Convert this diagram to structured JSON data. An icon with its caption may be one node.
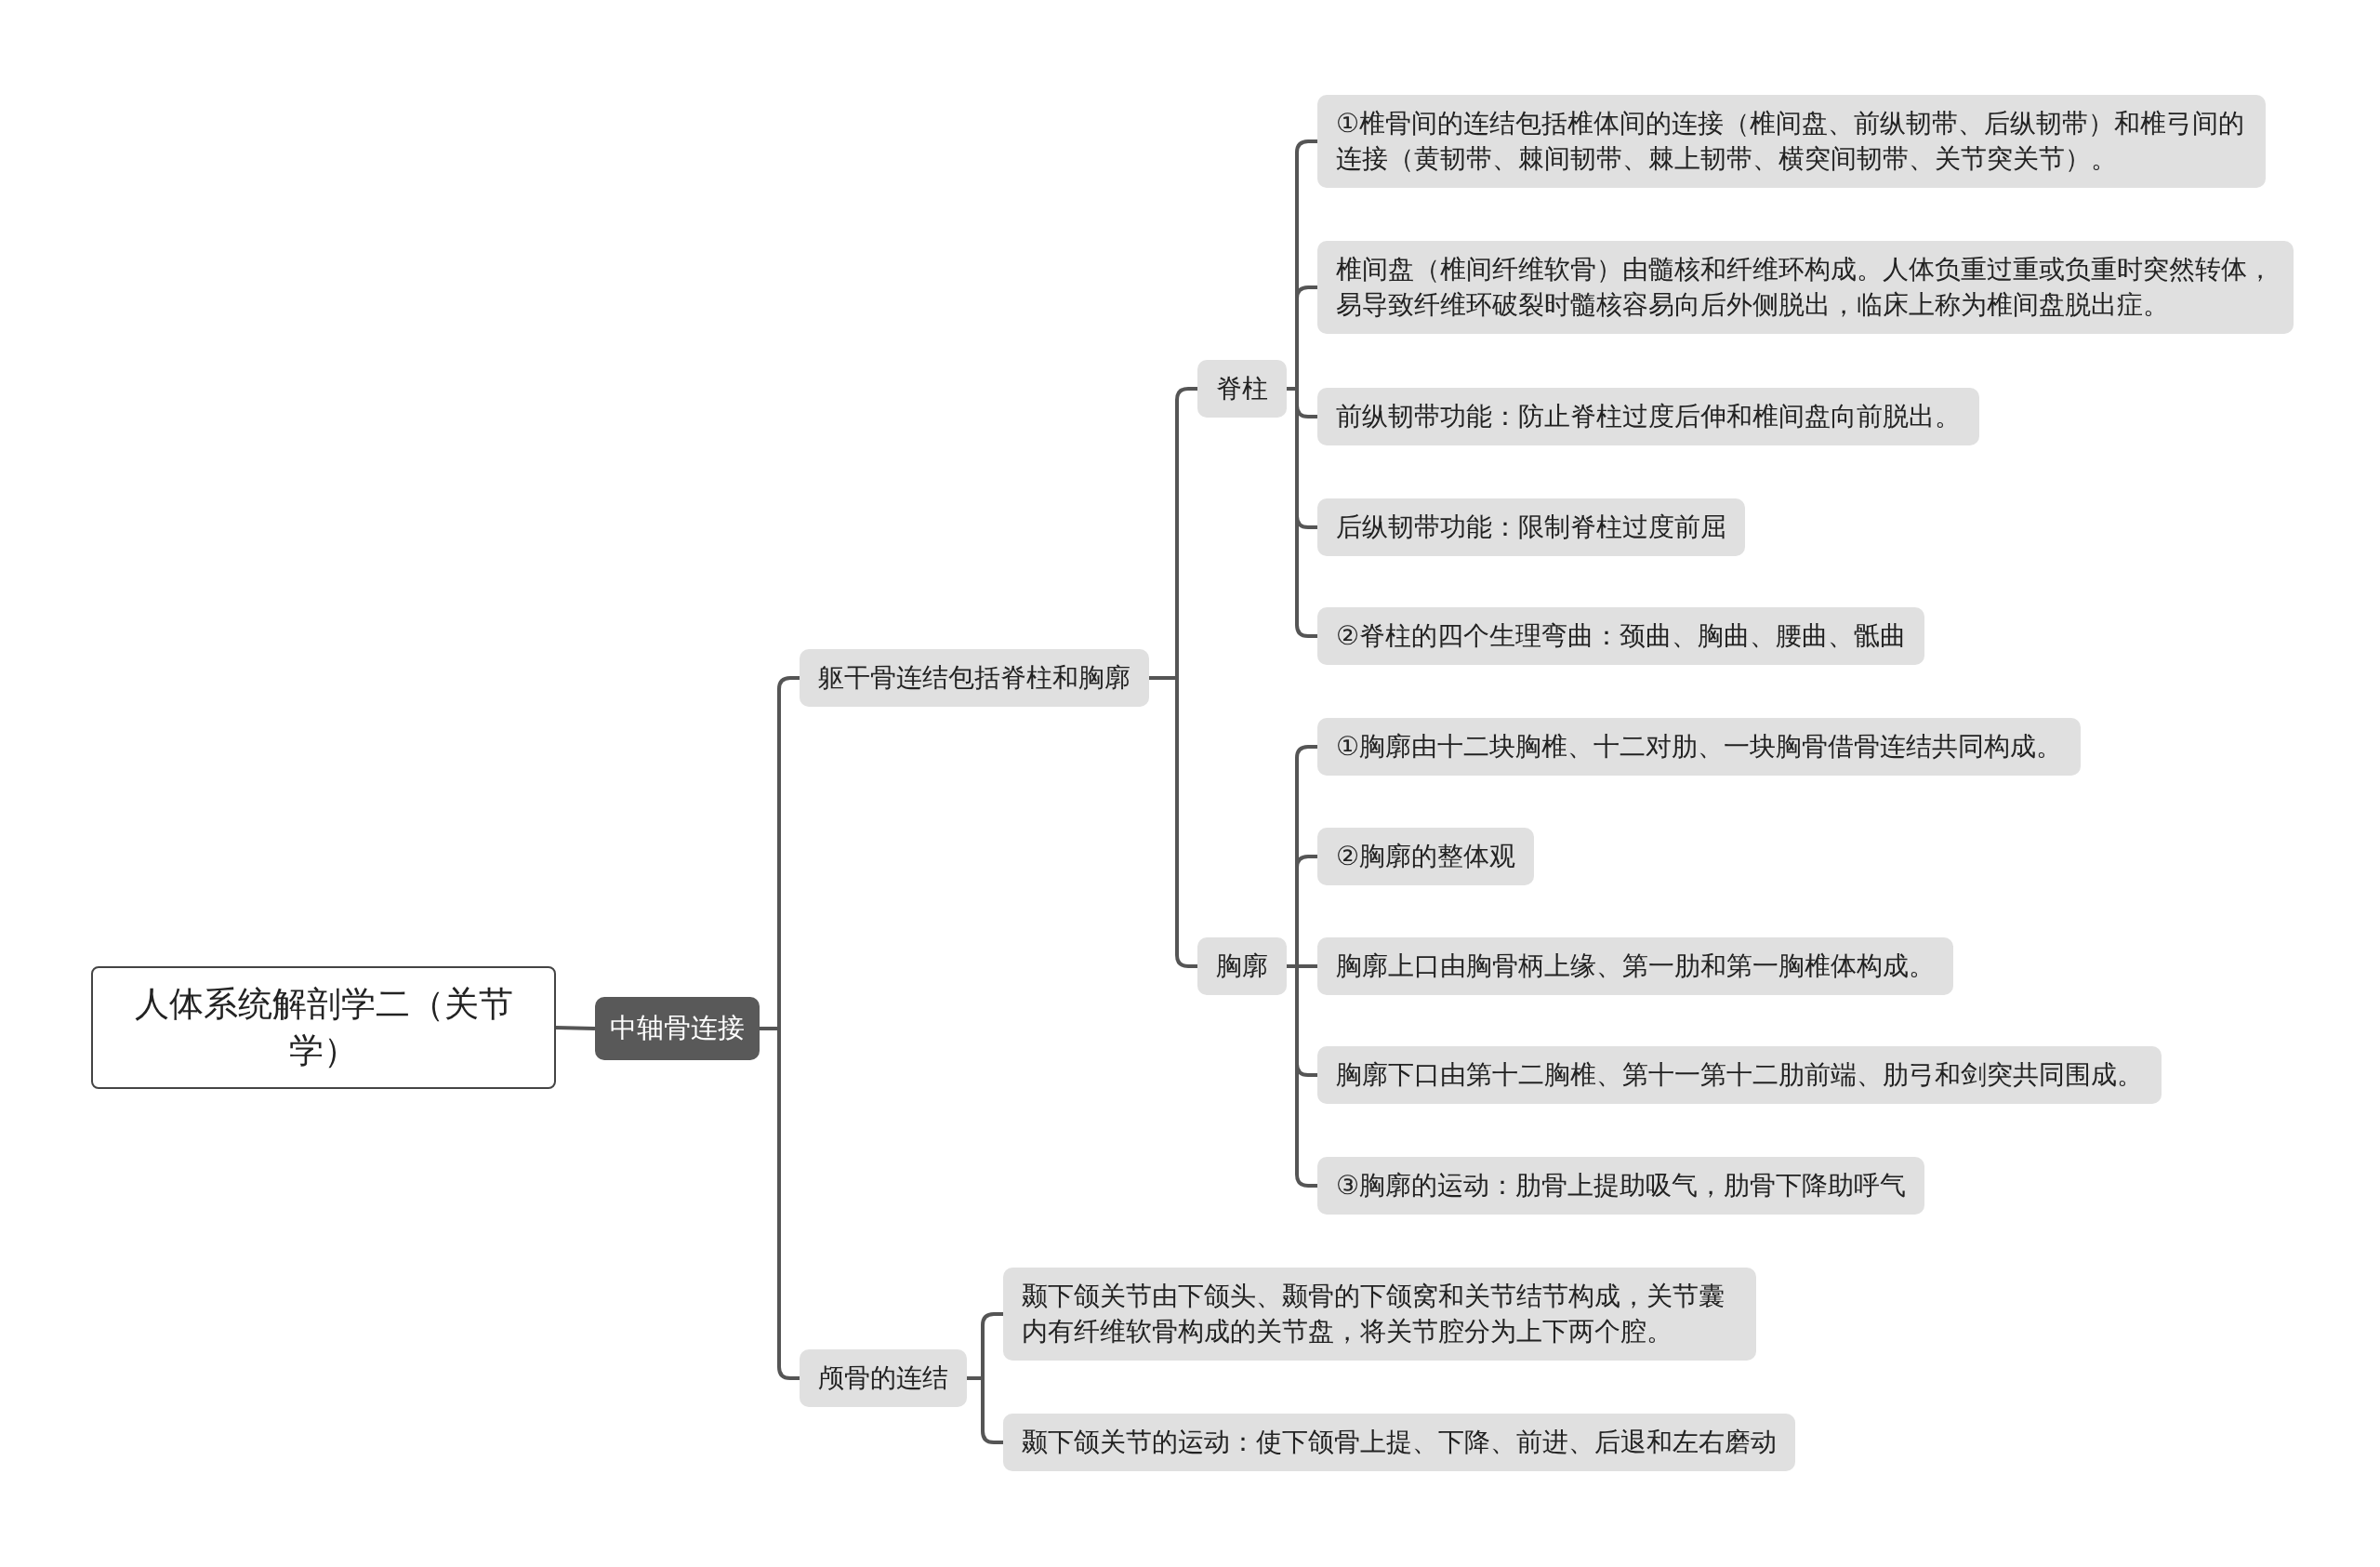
{
  "diagram": {
    "nodes": [
      {
        "text": [
          "人体系统解剖学二（关节学）"
        ]
      },
      {
        "text": [
          "中轴骨连接"
        ]
      },
      {
        "text": [
          "躯干骨连结包括脊柱和胸廓"
        ]
      },
      {
        "text": [
          "脊柱"
        ]
      },
      {
        "text": [
          "①椎骨间的连结包括椎体间的连接（椎间盘、前纵韧带、后纵韧带）和椎弓间的连接（黄韧带、棘间韧带、棘上韧带、横突间韧带、关节突关节）。"
        ]
      },
      {
        "text": [
          "椎间盘（椎间纤维软骨）由髓核和纤维环构成。人体负重过重或负重时突然转体，易导致纤维环破裂时髓核容易向后外侧脱出，临床上称为椎间盘脱出症。"
        ]
      },
      {
        "text": [
          "前纵韧带功能：防止脊柱过度后伸和椎间盘向前脱出。"
        ]
      },
      {
        "text": [
          "后纵韧带功能：限制脊柱过度前屈"
        ]
      },
      {
        "text": [
          "②脊柱的四个生理弯曲：颈曲、胸曲、腰曲、骶曲"
        ]
      },
      {
        "text": [
          "胸廓"
        ]
      },
      {
        "text": [
          "①胸廓由十二块胸椎、十二对肋、一块胸骨借骨连结共同构成。"
        ]
      },
      {
        "text": [
          "②胸廓的整体观"
        ]
      },
      {
        "text": [
          "胸廓上口由胸骨柄上缘、第一肋和第一胸椎体构成。"
        ]
      },
      {
        "text": [
          "胸廓下口由第十二胸椎、第十一第十二肋前端、肋弓和剑突共同围成。"
        ]
      },
      {
        "text": [
          "③胸廓的运动：肋骨上提助吸气，肋骨下降助呼气"
        ]
      },
      {
        "text": [
          "颅骨的连结"
        ]
      },
      {
        "text": [
          "颞下颌关节由下颌头、颞骨的下颌窝和关节结节构成，关节囊内有纤维软骨构成的关节盘，将关节腔分为上下两个腔。"
        ]
      },
      {
        "text": [
          "颞下颌关节的运动：使下颌骨上提、下降、前进、后退和左右磨动"
        ]
      }
    ],
    "edges": [
      {
        "from": 0,
        "to": 1,
        "arrow": "none"
      },
      {
        "from": 1,
        "to": 2,
        "arrow": "none"
      },
      {
        "from": 1,
        "to": 15,
        "arrow": "none"
      },
      {
        "from": 2,
        "to": 3,
        "arrow": "none"
      },
      {
        "from": 2,
        "to": 9,
        "arrow": "none"
      },
      {
        "from": 3,
        "to": 4,
        "arrow": "none"
      },
      {
        "from": 3,
        "to": 5,
        "arrow": "none"
      },
      {
        "from": 3,
        "to": 6,
        "arrow": "none"
      },
      {
        "from": 3,
        "to": 7,
        "arrow": "none"
      },
      {
        "from": 3,
        "to": 8,
        "arrow": "none"
      },
      {
        "from": 9,
        "to": 10,
        "arrow": "none"
      },
      {
        "from": 9,
        "to": 11,
        "arrow": "none"
      },
      {
        "from": 9,
        "to": 12,
        "arrow": "none"
      },
      {
        "from": 9,
        "to": 13,
        "arrow": "none"
      },
      {
        "from": 9,
        "to": 14,
        "arrow": "none"
      },
      {
        "from": 15,
        "to": 16,
        "arrow": "none"
      },
      {
        "from": 15,
        "to": 17,
        "arrow": "none"
      }
    ]
  }
}
